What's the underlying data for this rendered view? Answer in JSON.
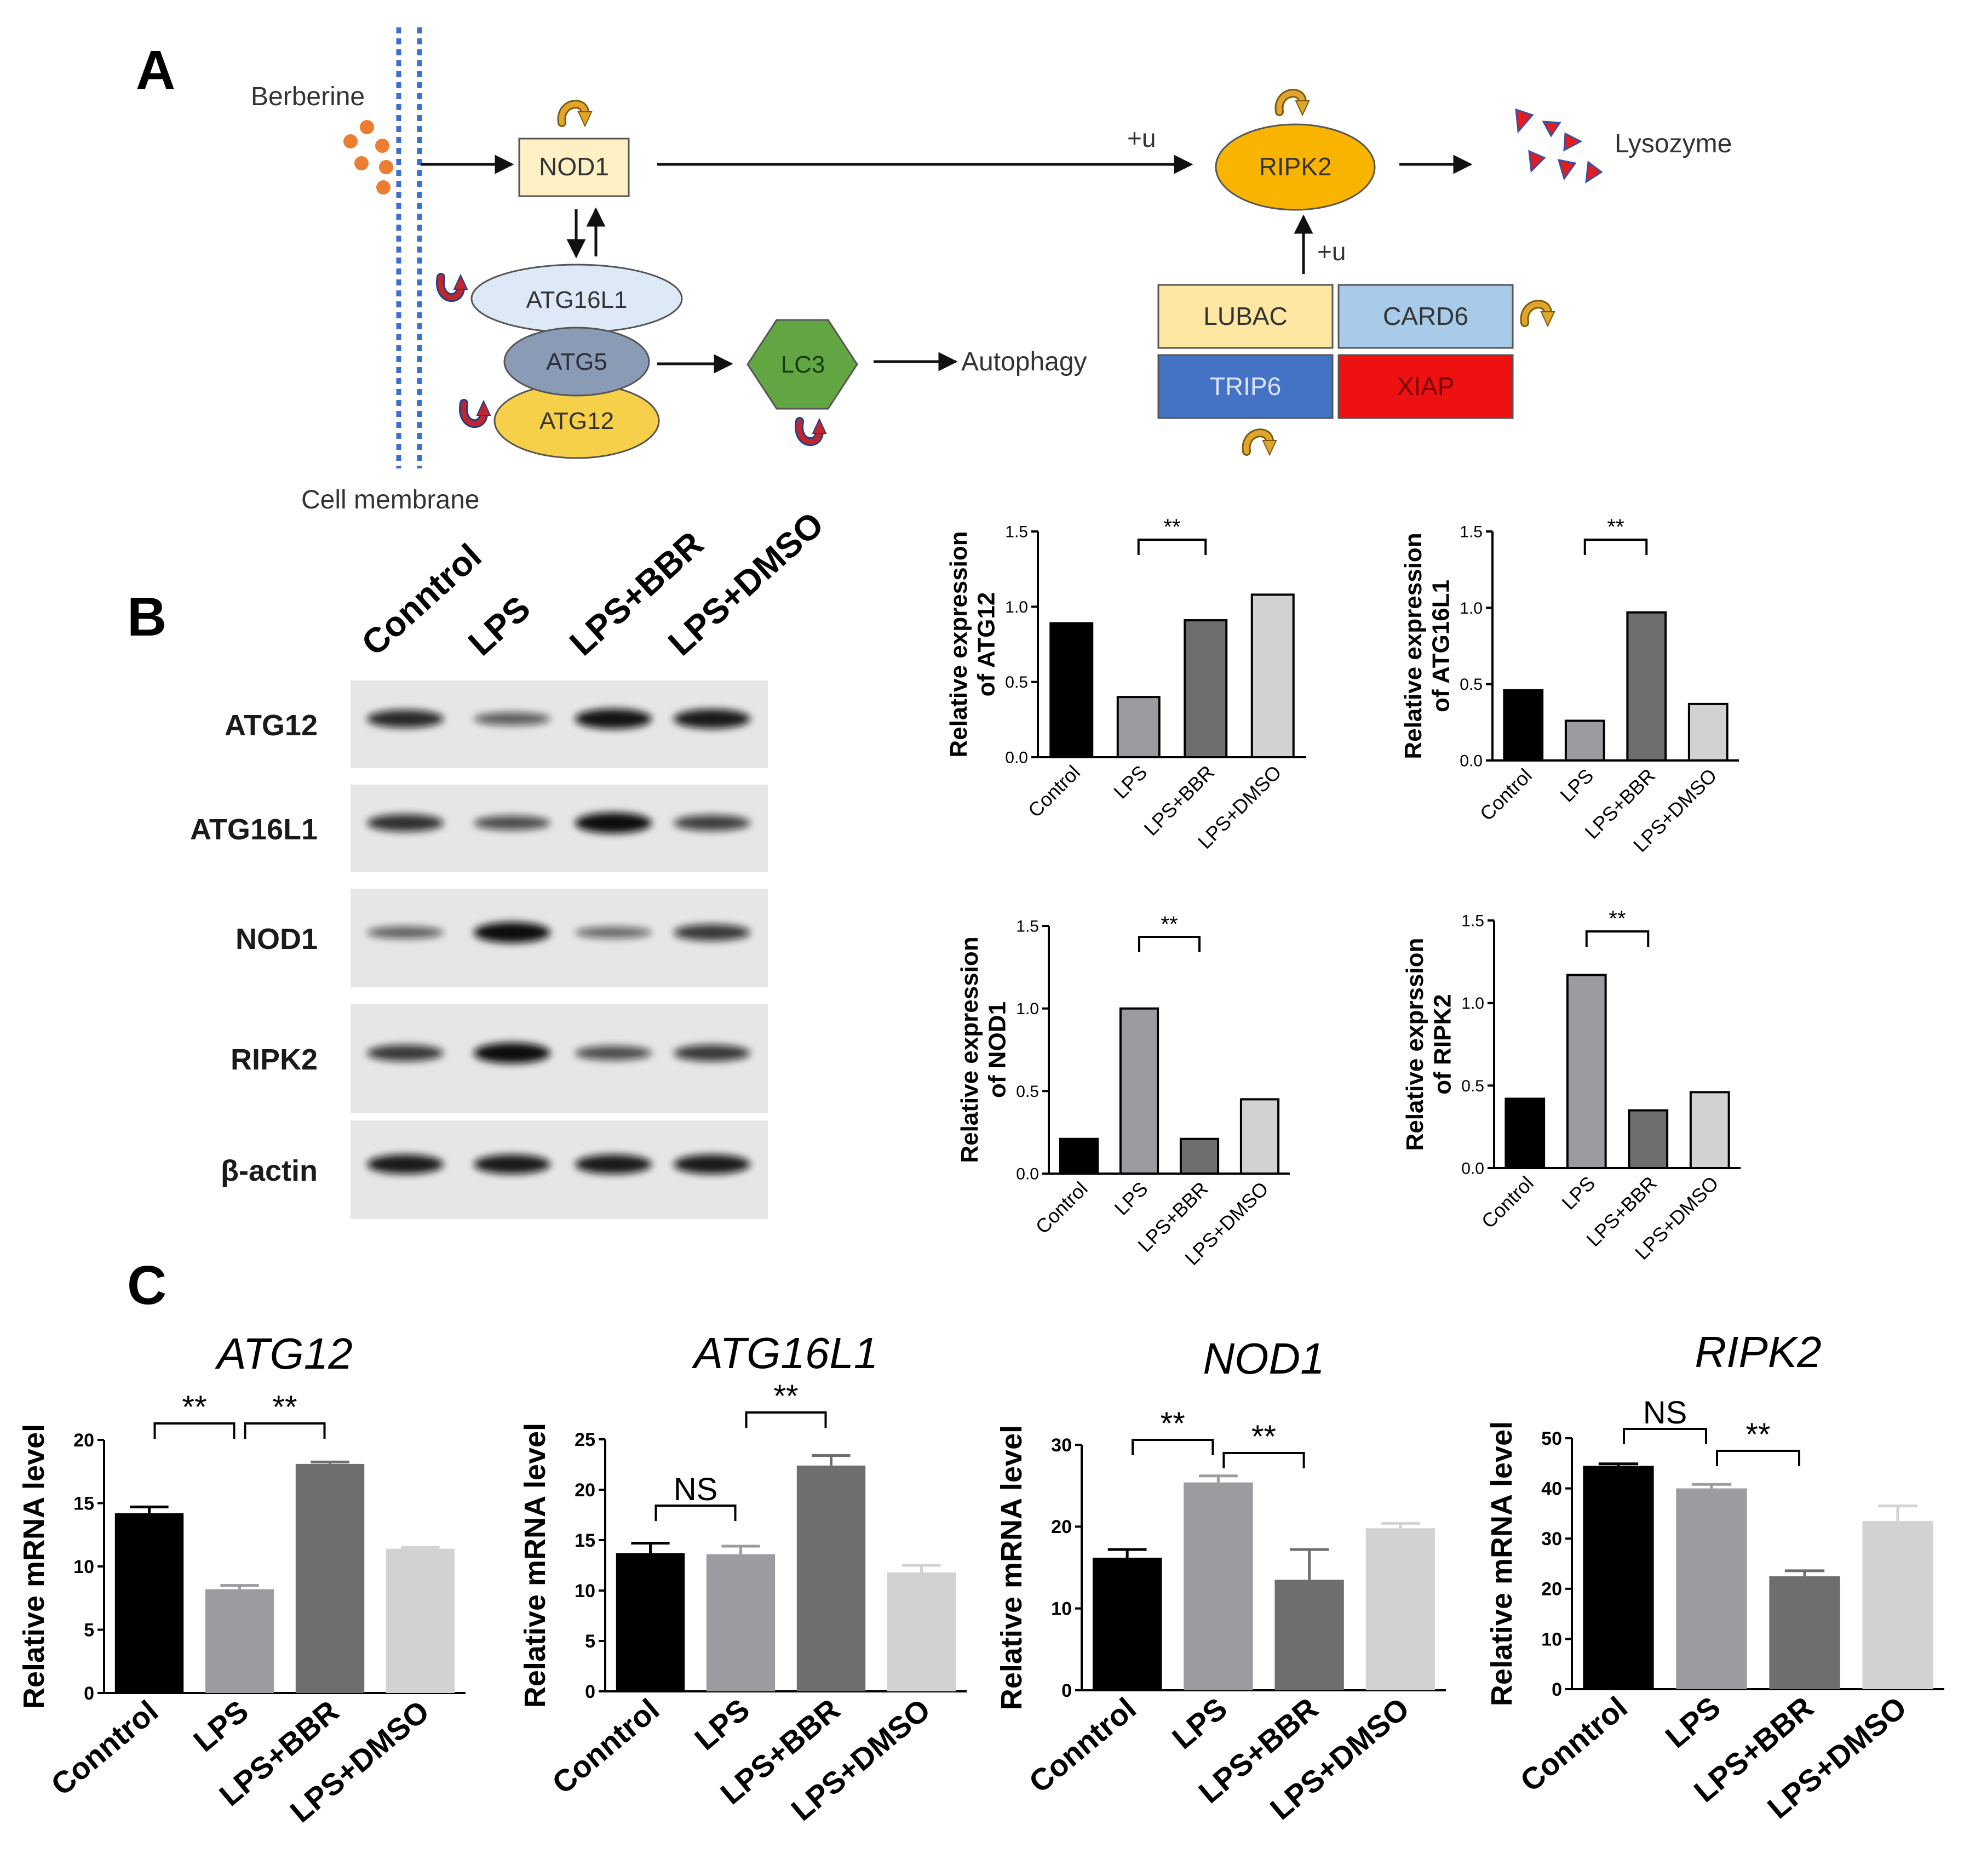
{
  "panel_labels": {
    "a": "A",
    "b": "B",
    "c": "C"
  },
  "colors": {
    "nod1_fill": "#fdf0c4",
    "ripk2_fill": "#f9b400",
    "atg16l1_fill": "#dde9f6",
    "atg5_fill": "#8a9bb5",
    "atg12_fill": "#f7d04a",
    "lc3_fill": "#62a644",
    "lubac_fill": "#fde7a2",
    "card6_fill": "#a7cbe9",
    "trip6_fill": "#4472c4",
    "xiap_fill": "#ee1111",
    "membrane": "#3b6fd0",
    "berberine_dot": "#ed7d31",
    "lysozyme": "#e11d1d",
    "arrow_up": "#e0a52a",
    "arrow_down": "#c0272d",
    "bar_control": "#000000",
    "bar_lps": "#9b9ba0",
    "bar_bbr": "#6e6e6e",
    "bar_dmso": "#d2d2d2"
  },
  "icons": {
    "up": "curved-arrow-up-icon",
    "down": "curved-arrow-down-icon"
  },
  "diagram": {
    "berberine": "Berberine",
    "cell_membrane": "Cell membrane",
    "nod1": "NOD1",
    "ripk2": "RIPK2",
    "lysozyme": "Lysozyme",
    "atg16l1": "ATG16L1",
    "atg5": "ATG5",
    "atg12": "ATG12",
    "lc3": "LC3",
    "autophagy": "Autophagy",
    "lubac": "LUBAC",
    "card6": "CARD6",
    "trip6": "TRIP6",
    "xiap": "XIAP",
    "plus_u_1": "+u",
    "plus_u_2": "+u"
  },
  "blot": {
    "lanes": [
      "Conntrol",
      "LPS",
      "LPS+BBR",
      "LPS+DMSO"
    ],
    "rows": [
      {
        "label": "ATG12",
        "intensity": [
          0.8,
          0.45,
          0.95,
          0.9
        ]
      },
      {
        "label": "ATG16L1",
        "intensity": [
          0.75,
          0.55,
          1.0,
          0.65
        ]
      },
      {
        "label": "NOD1",
        "intensity": [
          0.4,
          1.0,
          0.35,
          0.7
        ]
      },
      {
        "label": "RIPK2",
        "intensity": [
          0.7,
          1.0,
          0.55,
          0.7
        ]
      },
      {
        "label": "β-actin",
        "intensity": [
          0.9,
          0.9,
          0.9,
          0.9
        ]
      }
    ]
  },
  "chart_data": [
    {
      "type": "bar",
      "panel": "B",
      "categories": [
        "Control",
        "LPS",
        "LPS+BBR",
        "LPS+DMSO"
      ],
      "values": [
        0.89,
        0.4,
        0.91,
        1.08
      ],
      "ylabel_lines": [
        "Relative expression",
        "of ATG12"
      ],
      "ylim": [
        0,
        1.5
      ],
      "yticks": [
        "0.0",
        "0.5",
        "1.0",
        "1.5"
      ],
      "sig": [
        {
          "from": 1,
          "to": 2,
          "label": "**"
        }
      ]
    },
    {
      "type": "bar",
      "panel": "B",
      "categories": [
        "Control",
        "LPS",
        "LPS+BBR",
        "LPS+DMSO"
      ],
      "values": [
        0.46,
        0.26,
        0.97,
        0.37
      ],
      "ylabel_lines": [
        "Relative expression",
        "of ATG16L1"
      ],
      "ylim": [
        0,
        1.5
      ],
      "yticks": [
        "0.0",
        "0.5",
        "1.0",
        "1.5"
      ],
      "sig": [
        {
          "from": 1,
          "to": 2,
          "label": "**"
        }
      ]
    },
    {
      "type": "bar",
      "panel": "B",
      "categories": [
        "Control",
        "LPS",
        "LPS+BBR",
        "LPS+DMSO"
      ],
      "values": [
        0.21,
        1.0,
        0.21,
        0.45
      ],
      "ylabel_lines": [
        "Relative expression",
        "of NOD1"
      ],
      "ylim": [
        0,
        1.5
      ],
      "yticks": [
        "0.0",
        "0.5",
        "1.0",
        "1.5"
      ],
      "sig": [
        {
          "from": 1,
          "to": 2,
          "label": "**"
        }
      ]
    },
    {
      "type": "bar",
      "panel": "B",
      "categories": [
        "Control",
        "LPS",
        "LPS+BBR",
        "LPS+DMSO"
      ],
      "values": [
        0.42,
        1.17,
        0.35,
        0.46
      ],
      "ylabel_lines": [
        "Relative exprssion",
        "of RIPK2"
      ],
      "ylim": [
        0,
        1.5
      ],
      "yticks": [
        "0.0",
        "0.5",
        "1.0",
        "1.5"
      ],
      "sig": [
        {
          "from": 1,
          "to": 2,
          "label": "**"
        }
      ]
    },
    {
      "type": "bar",
      "panel": "C",
      "title": "ATG12",
      "categories": [
        "Conntrol",
        "LPS",
        "LPS+BBR",
        "LPS+DMSO"
      ],
      "values": [
        14.2,
        8.2,
        18.1,
        11.4
      ],
      "errors": [
        0.5,
        0.3,
        0.15,
        0.1
      ],
      "ylabel": "Relative  mRNA  level",
      "ylim": [
        0,
        20
      ],
      "yticks": [
        "0",
        "5",
        "10",
        "15",
        "20"
      ],
      "sig": [
        {
          "from": 0,
          "to": 1,
          "label": "**"
        },
        {
          "from": 1,
          "to": 2,
          "label": "**"
        }
      ]
    },
    {
      "type": "bar",
      "panel": "C",
      "title": "ATG16L1",
      "categories": [
        "Conntrol",
        "LPS",
        "LPS+BBR",
        "LPS+DMSO"
      ],
      "values": [
        13.7,
        13.6,
        22.4,
        11.8
      ],
      "errors": [
        1.0,
        0.8,
        1.0,
        0.7
      ],
      "ylabel": "Relative  mRNA  level",
      "ylim": [
        0,
        25
      ],
      "yticks": [
        "0",
        "5",
        "10",
        "15",
        "20",
        "25"
      ],
      "sig": [
        {
          "from": 0,
          "to": 1,
          "label": "NS"
        },
        {
          "from": 1,
          "to": 2,
          "label": "**"
        }
      ]
    },
    {
      "type": "bar",
      "panel": "C",
      "title": "NOD1",
      "categories": [
        "Conntrol",
        "LPS",
        "LPS+BBR",
        "LPS+DMSO"
      ],
      "values": [
        16.2,
        25.4,
        13.5,
        19.8
      ],
      "errors": [
        1.0,
        0.8,
        3.7,
        0.6
      ],
      "ylabel": "Relative  mRNA  level",
      "ylim": [
        0,
        30
      ],
      "yticks": [
        "0",
        "10",
        "20",
        "30"
      ],
      "sig": [
        {
          "from": 0,
          "to": 1,
          "label": "**"
        },
        {
          "from": 1,
          "to": 2,
          "label": "**"
        }
      ]
    },
    {
      "type": "bar",
      "panel": "C",
      "title": "RIPK2",
      "categories": [
        "Conntrol",
        "LPS",
        "LPS+BBR",
        "LPS+DMSO"
      ],
      "values": [
        44.5,
        40.0,
        22.5,
        33.5
      ],
      "errors": [
        0.4,
        0.8,
        1.1,
        3.0
      ],
      "ylabel": "Relative  mRNA  level",
      "ylim": [
        0,
        50
      ],
      "yticks": [
        "0",
        "10",
        "20",
        "30",
        "40",
        "50"
      ],
      "sig": [
        {
          "from": 0,
          "to": 1,
          "label": "NS"
        },
        {
          "from": 1,
          "to": 2,
          "label": "**"
        }
      ]
    }
  ]
}
